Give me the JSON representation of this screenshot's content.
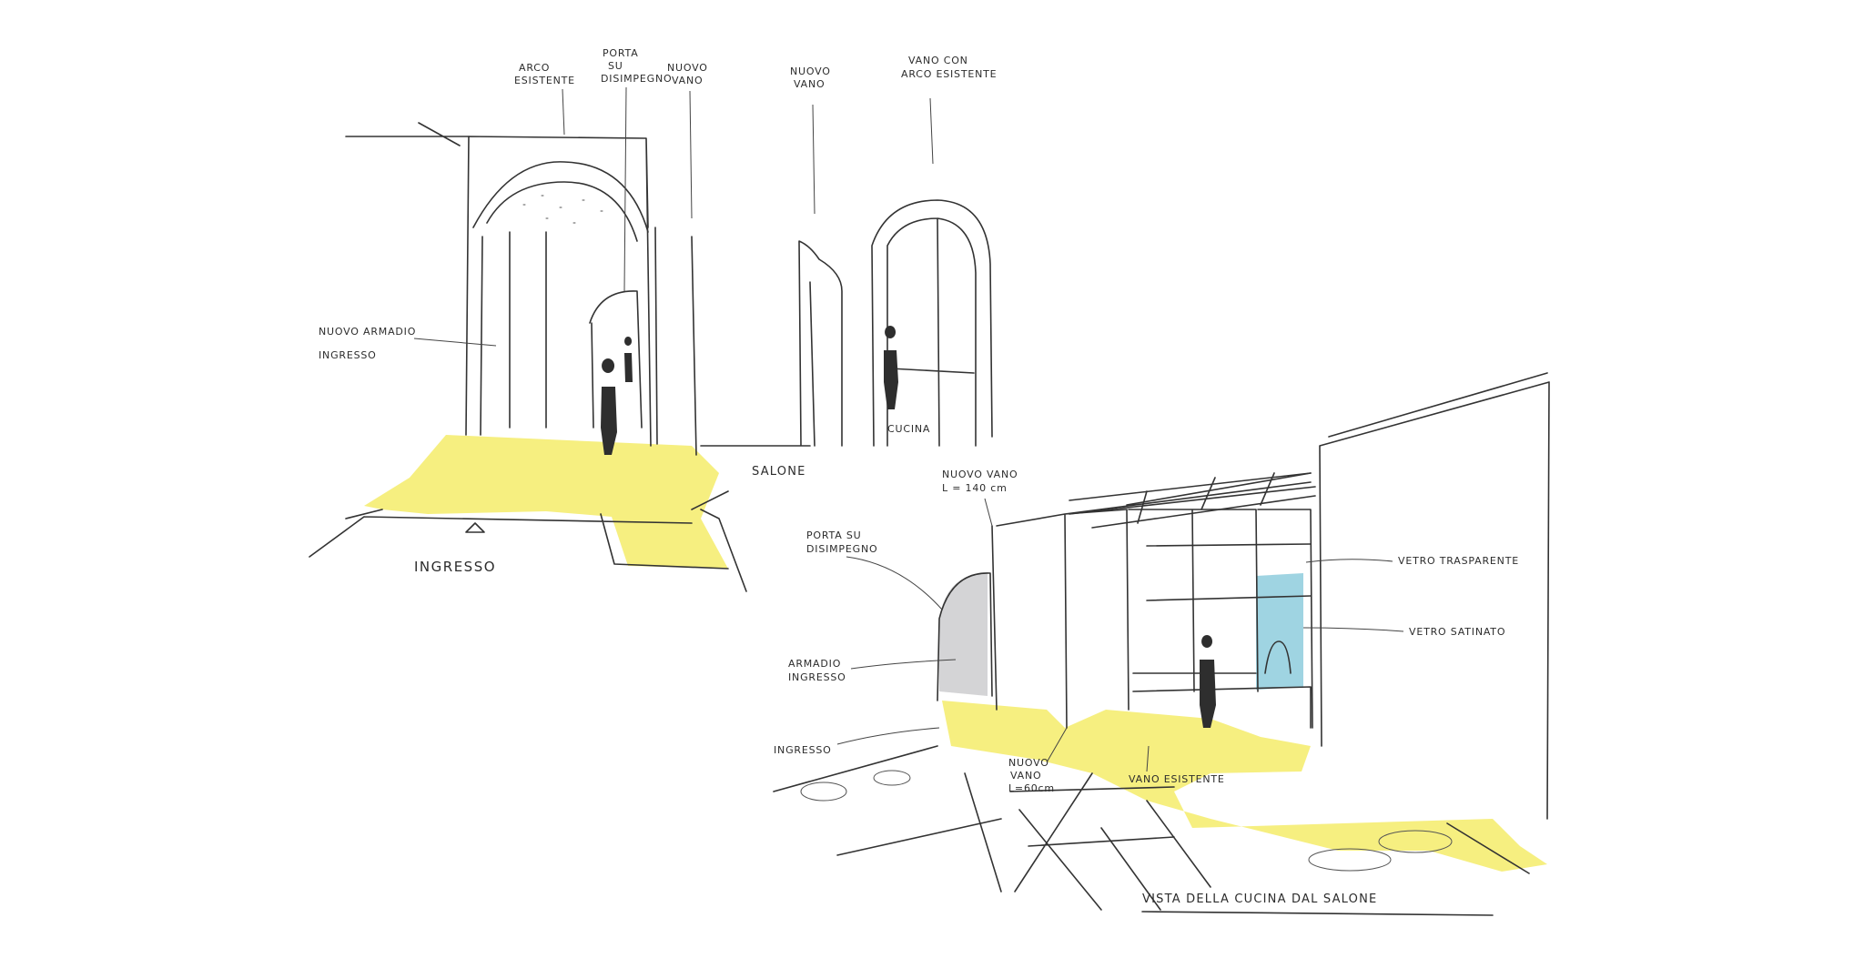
{
  "colors": {
    "ink": "#333333",
    "floor_highlight": "#f4ec6a",
    "glass": "#7fc6d8",
    "wardrobe_shade": "#c9c9cc",
    "paper": "#ffffff"
  },
  "sketch_left": {
    "labels": {
      "arco_esistente_1": "ARCO",
      "arco_esistente_2": "ESISTENTE",
      "porta_1": "PORTA",
      "porta_2": "SU",
      "porta_3": "DISIMPEGNO",
      "nuovo_vano_1": "NUOVO",
      "nuovo_vano_2": "VANO",
      "armadio_1": "NUOVO ARMADIO",
      "armadio_2": "INGRESSO",
      "ingresso": "INGRESSO"
    }
  },
  "sketch_center": {
    "labels": {
      "nuovo_vano_1": "NUOVO",
      "nuovo_vano_2": "VANO",
      "vano_arco_1": "VANO CON",
      "vano_arco_2": "ARCO ESISTENTE",
      "cucina": "CUCINA",
      "salone": "SALONE"
    }
  },
  "sketch_right": {
    "labels": {
      "nuovo_vano_l_1": "NUOVO VANO",
      "nuovo_vano_l_2": "L = 140 cm",
      "porta_1": "PORTA SU",
      "porta_2": "DISIMPEGNO",
      "armadio_1": "ARMADIO",
      "armadio_2": "INGRESSO",
      "ingresso": "INGRESSO",
      "nuovo_vano_60_1": "NUOVO",
      "nuovo_vano_60_2": "VANO",
      "nuovo_vano_60_3": "L=60cm",
      "vano_esistente": "VANO ESISTENTE",
      "vetro_trasparente": "VETRO TRASPARENTE",
      "vetro_satinato": "VETRO SATINATO",
      "caption": "VISTA DELLA CUCINA DAL SALONE"
    }
  }
}
